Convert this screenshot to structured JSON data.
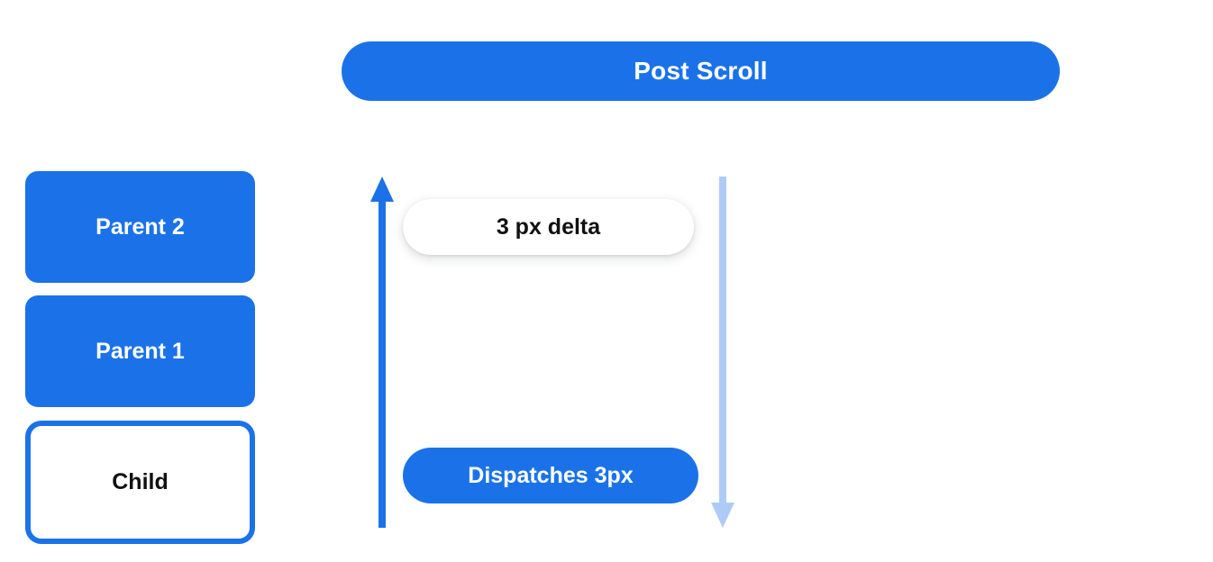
{
  "header": {
    "title": "Post Scroll",
    "accent_color": "#1b72e8"
  },
  "diagram": {
    "stack": {
      "items": [
        {
          "label": "Parent 2",
          "style": "filled"
        },
        {
          "label": "Parent 1",
          "style": "filled"
        },
        {
          "label": "Child",
          "style": "outlined"
        }
      ]
    },
    "arrows": [
      {
        "name": "scroll-up-arrow",
        "direction": "up",
        "color": "#1b72e8"
      },
      {
        "name": "scroll-down-arrow",
        "direction": "down",
        "color": "#aecbf5"
      }
    ],
    "annotations": [
      {
        "name": "delta-pill",
        "label": "3 px delta",
        "style": "white"
      },
      {
        "name": "dispatch-pill",
        "label": "Dispatches 3px",
        "style": "blue"
      }
    ]
  }
}
